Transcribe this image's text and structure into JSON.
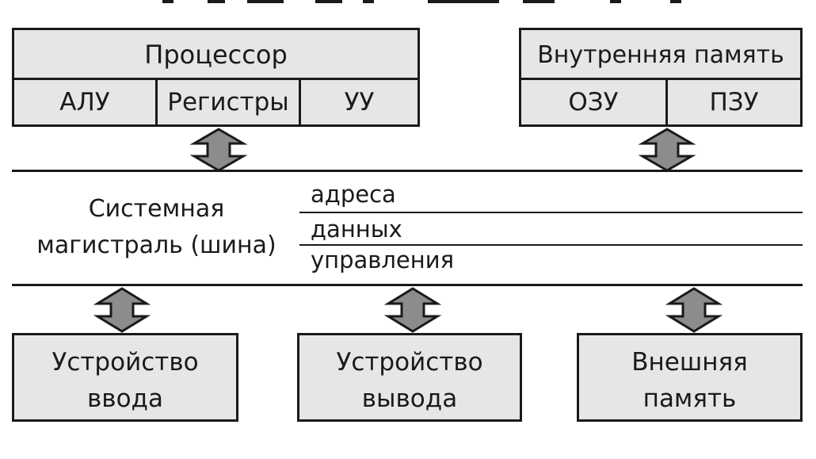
{
  "processor": {
    "title": "Процессор",
    "parts": [
      "АЛУ",
      "Регистры",
      "УУ"
    ]
  },
  "internal_memory": {
    "title": "Внутренняя память",
    "parts": [
      "ОЗУ",
      "ПЗУ"
    ]
  },
  "bus": {
    "label_line1": "Системная",
    "label_line2": "магистраль (шина)",
    "lines": [
      "адреса",
      "данных",
      "управления"
    ]
  },
  "devices": {
    "input": [
      "Устройство",
      "ввода"
    ],
    "output": [
      "Устройство",
      "вывода"
    ],
    "external_memory": [
      "Внешняя",
      "память"
    ]
  },
  "colors": {
    "box_fill": "#e6e6e6",
    "arrow_fill": "#8c8c8c",
    "stroke": "#1a1a1a"
  }
}
